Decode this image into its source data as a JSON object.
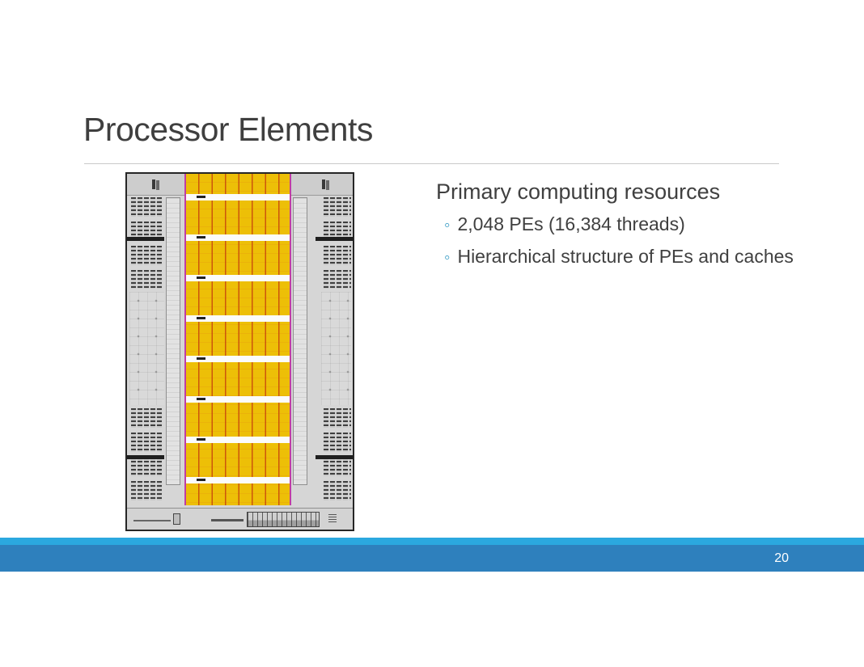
{
  "slide": {
    "title": "Processor Elements",
    "heading": "Primary computing resources",
    "bullets": [
      {
        "marker": "◦",
        "text": "2,048 PEs (16,384 threads)"
      },
      {
        "marker": "◦",
        "text": "Hierarchical structure of PEs and caches"
      }
    ],
    "page_number": "20",
    "figure": {
      "name": "processor-die-photo"
    }
  },
  "colors": {
    "title_text": "#3F3F3F",
    "body_text": "#404040",
    "bullet_marker": "#3E9FC6",
    "divider": "#C9C9C9",
    "footer_stripe": "#2BA8DF",
    "footer_bar": "#2E80BD",
    "page_number_text": "#FFFFFF",
    "pe_highlight_yellow": "#EDBF07",
    "pe_grid_red": "#C43C0C",
    "pe_border_magenta": "#BF3DA4",
    "die_background": "#D6D6D6",
    "die_border": "#262626"
  }
}
